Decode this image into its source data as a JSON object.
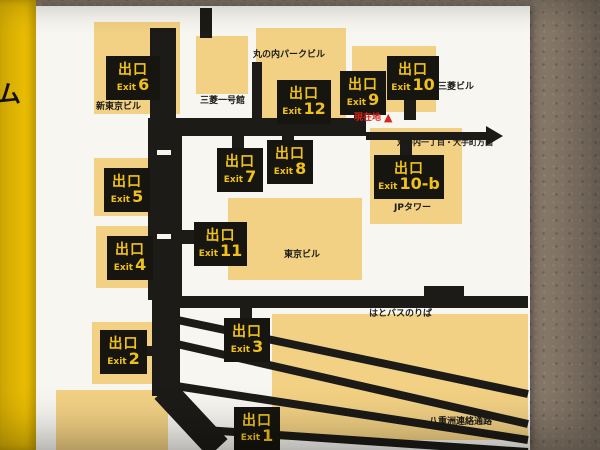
{
  "side_sign": {
    "text": "ム"
  },
  "map": {
    "exit_label_jp": "出口",
    "exit_label_en": "Exit",
    "exits": [
      {
        "num": "6"
      },
      {
        "num": "12"
      },
      {
        "num": "9"
      },
      {
        "num": "10"
      },
      {
        "num": "5"
      },
      {
        "num": "7"
      },
      {
        "num": "8"
      },
      {
        "num": "10-b"
      },
      {
        "num": "4"
      },
      {
        "num": "11"
      },
      {
        "num": "2"
      },
      {
        "num": "3"
      },
      {
        "num": "1"
      }
    ],
    "buildings": [
      {
        "name": "丸の内パークビル"
      },
      {
        "name": "三菱一号館"
      },
      {
        "name": "新東京ビル"
      },
      {
        "name": "三菱ビル"
      },
      {
        "name": "JPタワー"
      },
      {
        "name": "東京ビル"
      }
    ],
    "labels": {
      "current_location": "現在地",
      "direction": "丸の内一丁目・大手町方面",
      "bus_stop": "はとバスのりば",
      "yaesu_passage": "八重洲連絡通路"
    }
  },
  "icons": {
    "current_location_triangle": "▲"
  },
  "colors": {
    "accent_yellow": "#edc005",
    "exit_box_black": "#16150f",
    "exit_text_yellow": "#f0c11a",
    "building_beige": "#f2d184",
    "current_location_red": "#d9251c",
    "panel_white": "#f8f6f1",
    "wall_brown": "#87796a"
  }
}
